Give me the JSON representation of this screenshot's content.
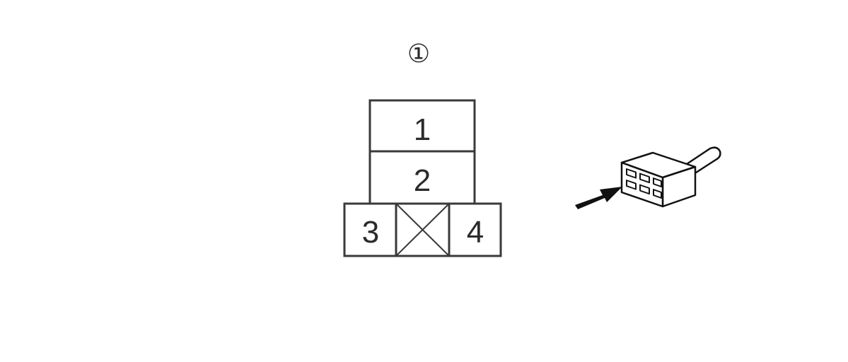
{
  "connector": {
    "id_label": "①",
    "pins": [
      {
        "number": "1"
      },
      {
        "number": "2"
      },
      {
        "number": "3"
      },
      {
        "number": "4"
      }
    ],
    "blank_cavity": true
  },
  "icons": {
    "view_arrow": "arrow-icon",
    "connector_3d": "connector-plug-icon"
  },
  "colors": {
    "line": "#3a3a3a",
    "text": "#2b2b2b",
    "background": "#ffffff"
  }
}
